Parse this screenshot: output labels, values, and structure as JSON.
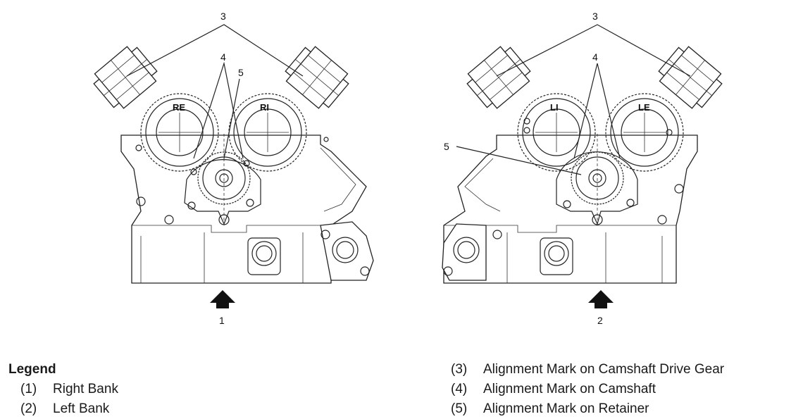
{
  "diagram": {
    "views": [
      {
        "id": "right-bank",
        "callout_number": "1",
        "gear_labels": [
          "RE",
          "RI"
        ],
        "callouts": {
          "drive_gear_mark": "3",
          "camshaft_mark": "4",
          "retainer_mark": "5"
        }
      },
      {
        "id": "left-bank",
        "callout_number": "2",
        "gear_labels": [
          "LI",
          "LE"
        ],
        "callouts": {
          "drive_gear_mark": "3",
          "camshaft_mark": "4",
          "retainer_mark": "5"
        }
      }
    ]
  },
  "legend": {
    "title": "Legend",
    "items": [
      {
        "num": "(1)",
        "text": "Right Bank"
      },
      {
        "num": "(2)",
        "text": "Left Bank"
      },
      {
        "num": "(3)",
        "text": "Alignment Mark on Camshaft Drive Gear"
      },
      {
        "num": "(4)",
        "text": "Alignment Mark on Camshaft"
      },
      {
        "num": "(5)",
        "text": "Alignment Mark on Retainer"
      }
    ]
  }
}
